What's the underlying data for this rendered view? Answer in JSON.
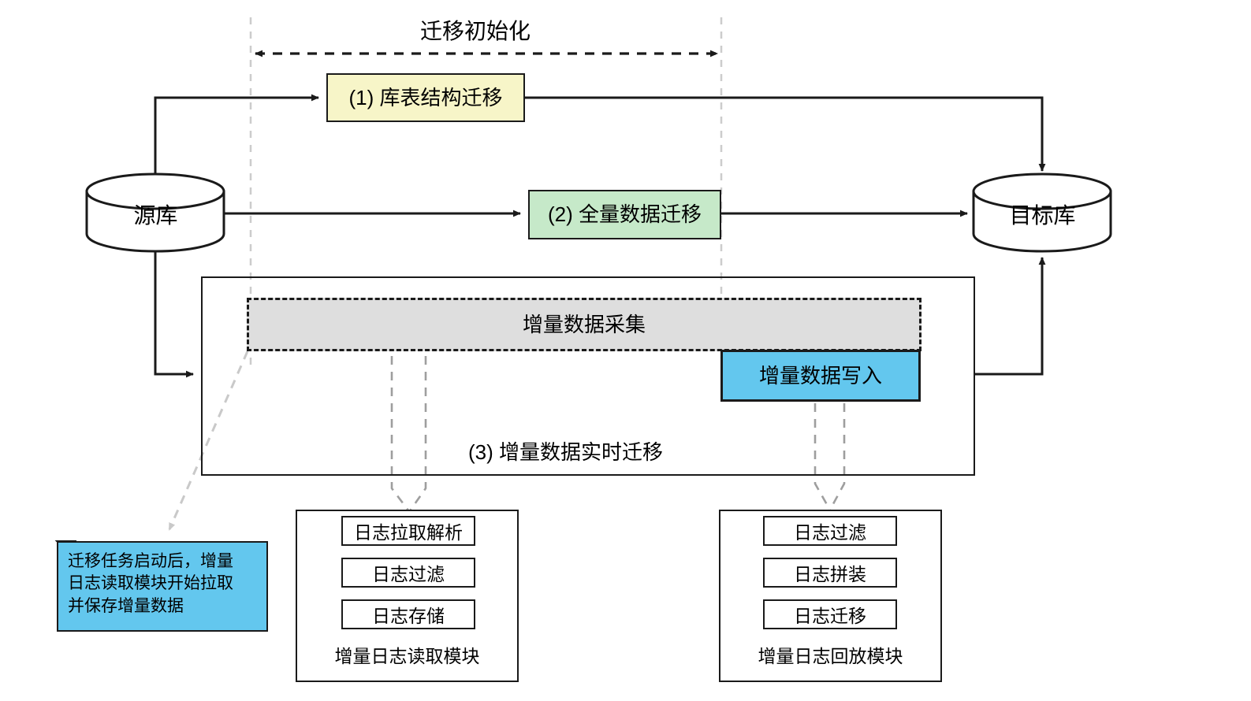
{
  "diagram": {
    "title_label": "迁移初始化",
    "databases": {
      "source": "源库",
      "target": "目标库"
    },
    "steps": [
      {
        "id": "step1",
        "label": "(1) 库表结构迁移",
        "color": "#f7f5c8"
      },
      {
        "id": "step2",
        "label": "(2) 全量数据迁移",
        "color": "#c6e9c9"
      },
      {
        "id": "step3",
        "label": "(3) 增量数据实时迁移",
        "color": "#ffffff"
      }
    ],
    "incremental": {
      "collect_label": "增量数据采集",
      "collect_color": "#dedede",
      "write_label": "增量数据写入",
      "write_color": "#63c7ee"
    },
    "note": {
      "text": "迁移任务启动后，增量\n日志读取模块开始拉取\n并保存增量数据",
      "color": "#63c7ee"
    },
    "modules": [
      {
        "id": "log-read-module",
        "caption": "增量日志读取模块",
        "items": [
          "日志拉取解析",
          "日志过滤",
          "日志存储"
        ]
      },
      {
        "id": "log-replay-module",
        "caption": "增量日志回放模块",
        "items": [
          "日志过滤",
          "日志拼装",
          "日志迁移"
        ]
      }
    ],
    "colors": {
      "stroke": "#1a1a1a",
      "guide": "#cccccc",
      "dashed_connector": "#b3b3b3"
    }
  }
}
